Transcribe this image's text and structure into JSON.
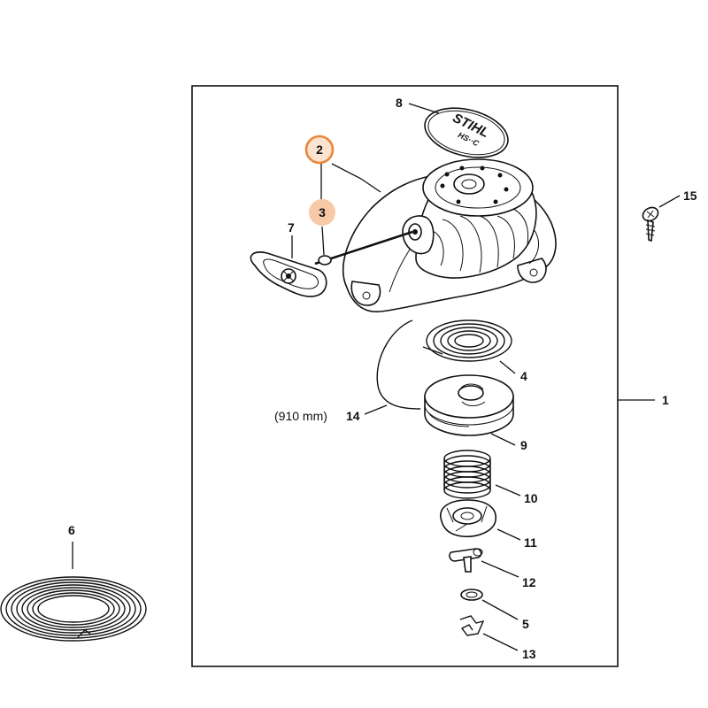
{
  "callouts": {
    "c1": "1",
    "c2": "2",
    "c3": "3",
    "c4": "4",
    "c5": "5",
    "c6": "6",
    "c7": "7",
    "c8": "8",
    "c9": "9",
    "c10": "10",
    "c11": "11",
    "c12": "12",
    "c13": "13",
    "c14": "14",
    "c15": "15"
  },
  "rope_length": "(910 mm)",
  "logo_text": "STIHL",
  "logo_sub": "HS··C",
  "colors": {
    "highlight_ring": "#e8863a",
    "highlight_fill": "#fbe3cf",
    "highlight_soft": "#f7c9a6",
    "line": "#111111"
  }
}
